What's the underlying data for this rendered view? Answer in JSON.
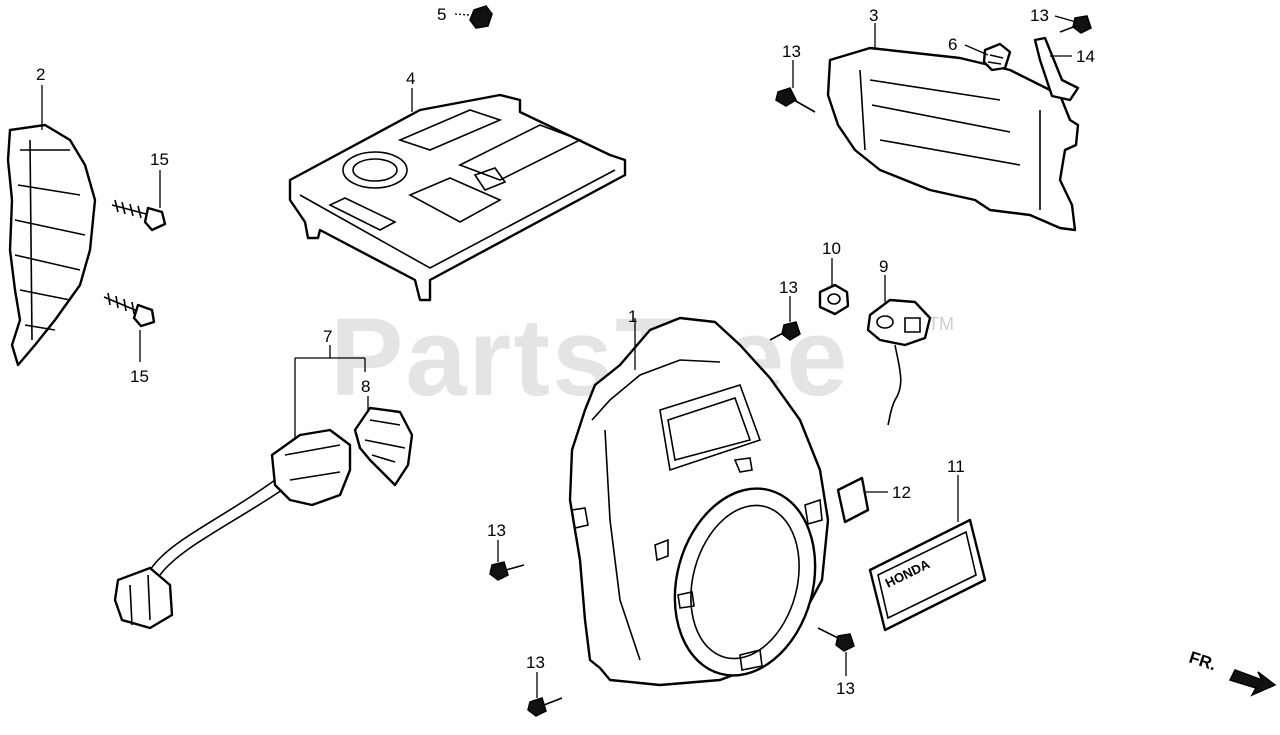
{
  "watermark": {
    "text": "PartsTree",
    "tm": "TM"
  },
  "direction_label": "FR.",
  "decal_text": "HONDA",
  "callouts": {
    "c1": "1",
    "c2": "2",
    "c3": "3",
    "c4": "4",
    "c5": "5",
    "c6": "6",
    "c7": "7",
    "c8": "8",
    "c9": "9",
    "c10": "10",
    "c11": "11",
    "c12": "12",
    "c13a": "13",
    "c13b": "13",
    "c13c": "13",
    "c13d": "13",
    "c13e": "13",
    "c13f": "13",
    "c14": "14",
    "c15a": "15",
    "c15b": "15"
  }
}
